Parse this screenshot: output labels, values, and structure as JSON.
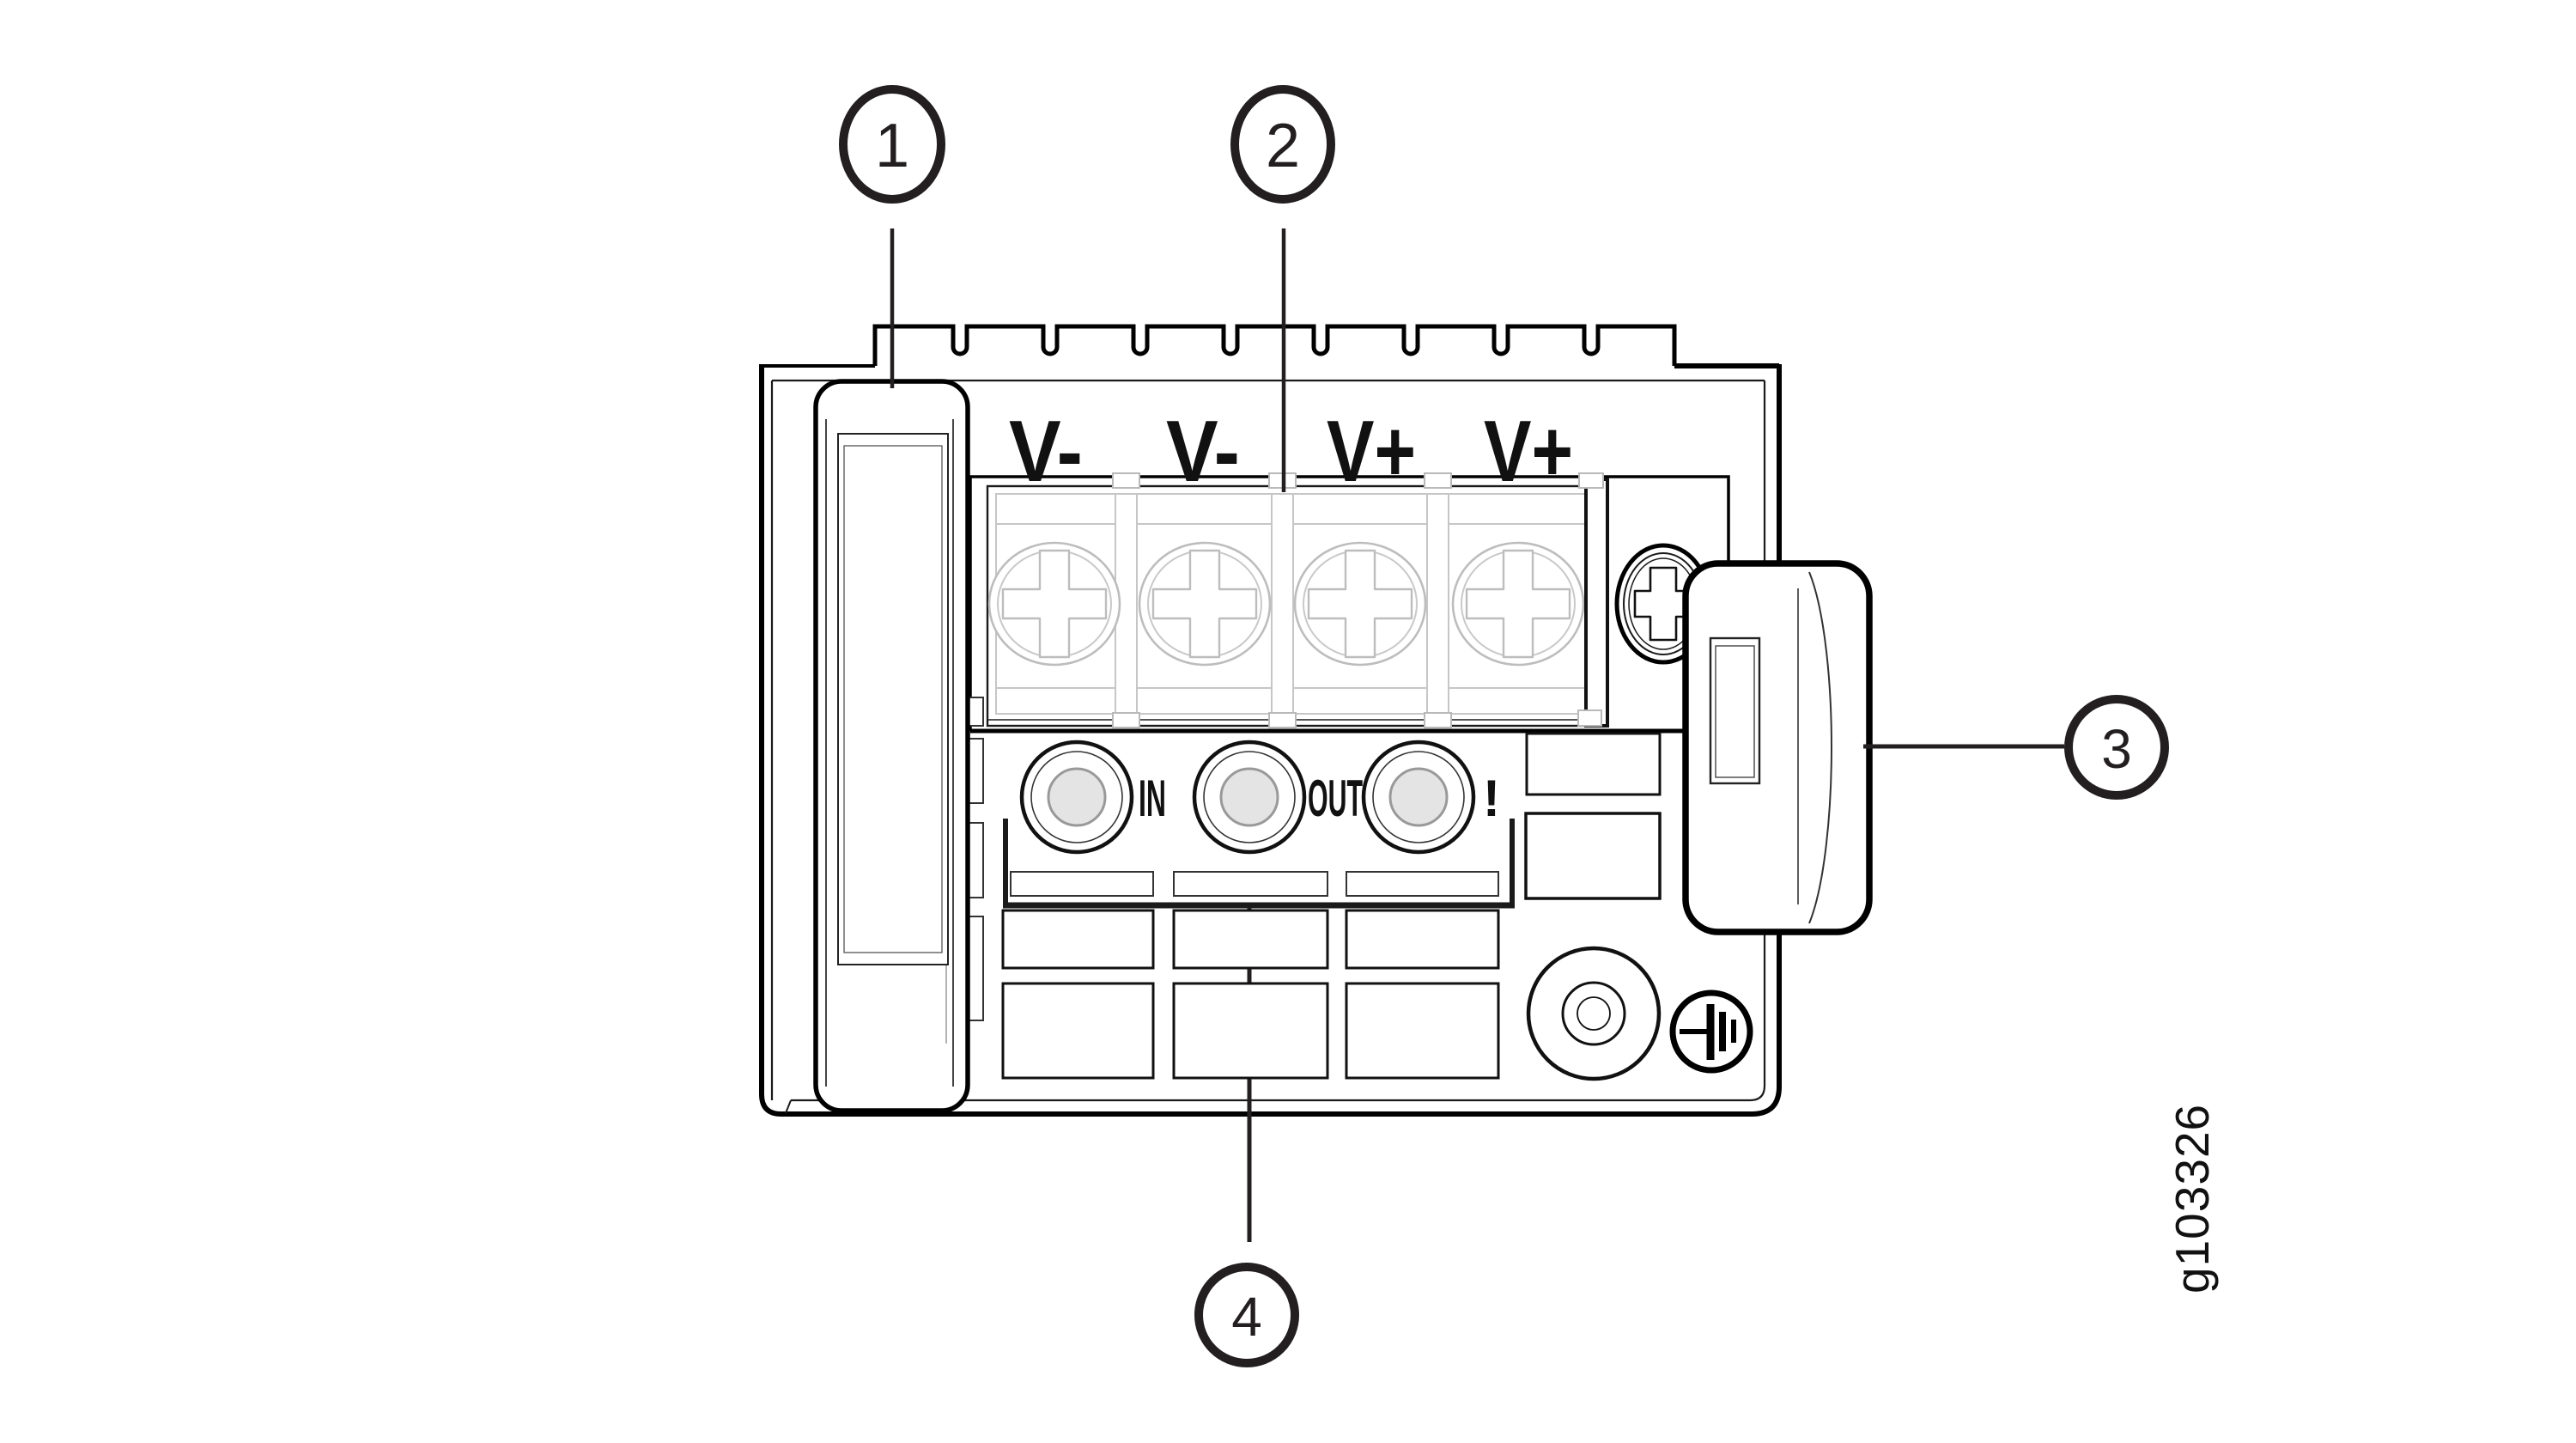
{
  "figure": {
    "id": "g103326",
    "callout_color": "#231f20",
    "line_color": "#000000",
    "light_gray": "#c6c6c6",
    "led_fill": "#e4e4e4"
  },
  "terminal_labels": [
    "V-",
    "V-",
    "V+",
    "V+"
  ],
  "led_labels": [
    "IN",
    "OUT",
    "!"
  ],
  "callouts": [
    "1",
    "2",
    "3",
    "4"
  ]
}
